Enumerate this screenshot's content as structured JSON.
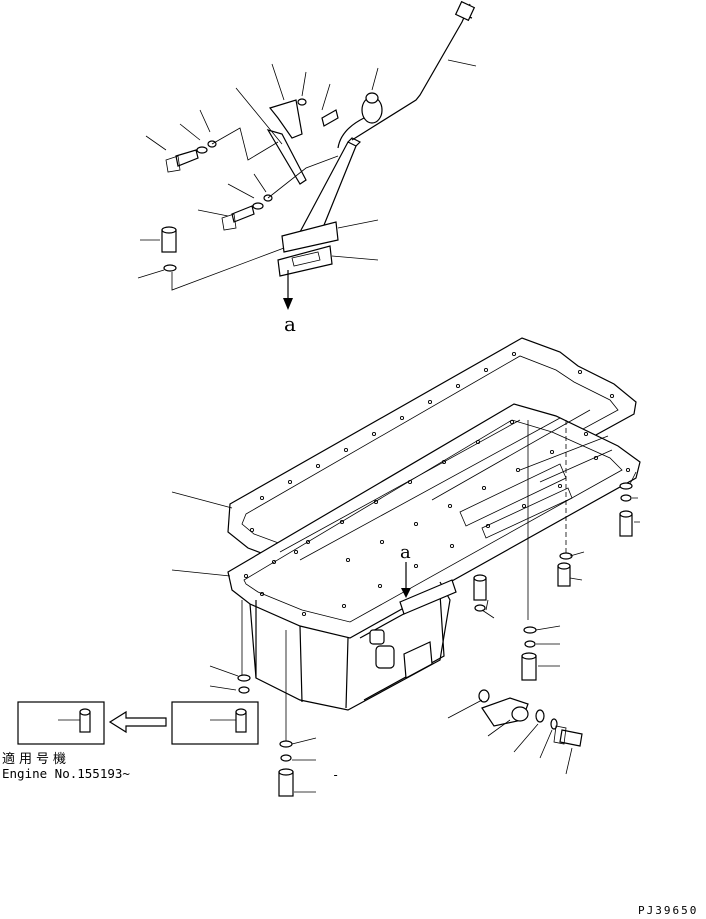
{
  "view_a_top": "a",
  "view_a_bottom": "a",
  "note_label": "適用号機",
  "engine_no": "Engine No.155193~",
  "figure_id": "PJ39650",
  "dash_mark": "-",
  "colors": {
    "line": "#000000",
    "background": "#ffffff"
  }
}
